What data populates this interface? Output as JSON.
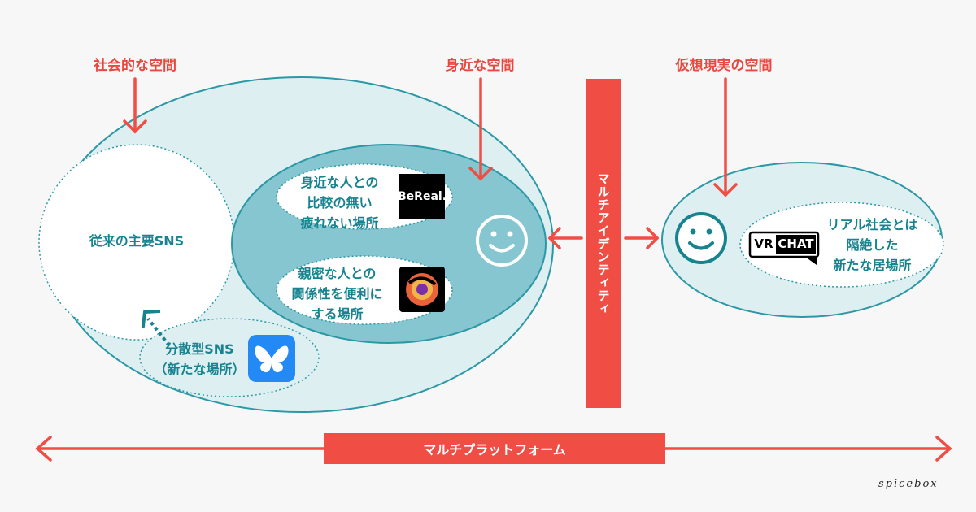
{
  "labels": {
    "social_space": "社会的な空間",
    "near_space": "身近な空間",
    "virtual_space": "仮想現実の空間"
  },
  "circles": {
    "traditional_sns": "従来の主要SNS",
    "decentralized_sns_line1": "分散型SNS",
    "decentralized_sns_line2": "（新たな場所）",
    "bereal_line1": "身近な人との",
    "bereal_line2": "比較の無い",
    "bereal_line3": "疲れない場所",
    "dispo_line1": "親密な人との",
    "dispo_line2": "関係性を便利に",
    "dispo_line3": "する場所",
    "vr_line1": "リアル社会とは",
    "vr_line2": "隔絶した",
    "vr_line3": "新たな居場所"
  },
  "logos": {
    "bereal": "BeReal.",
    "vrchat_vr": "VR",
    "vrchat_chat": "CHAT"
  },
  "bars": {
    "multi_identity": "マルチアイデンティティ",
    "multi_platform": "マルチプラットフォーム"
  },
  "brand": "spicebox",
  "colors": {
    "accent_red": "#f04d44",
    "teal": "#17838f",
    "light_teal": "#deeff2",
    "mid_teal": "#86c6d0"
  }
}
